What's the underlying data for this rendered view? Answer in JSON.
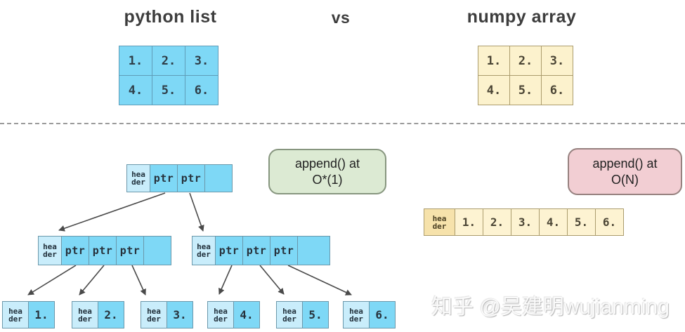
{
  "header": {
    "left_title": "python list",
    "vs_label": "vs",
    "right_title": "numpy array"
  },
  "python_grid": {
    "rows": [
      [
        "1.",
        "2.",
        "3."
      ],
      [
        "4.",
        "5.",
        "6."
      ]
    ]
  },
  "numpy_grid": {
    "rows": [
      [
        "1.",
        "2.",
        "3."
      ],
      [
        "4.",
        "5.",
        "6."
      ]
    ]
  },
  "labels": {
    "header_top": "hea",
    "header_bottom": "der",
    "ptr": "ptr"
  },
  "badges": {
    "python": {
      "line1": "append() at",
      "line2": "O*(1)"
    },
    "numpy": {
      "line1": "append() at",
      "line2": "O(N)"
    }
  },
  "tree": {
    "leaves": [
      "1.",
      "2.",
      "3.",
      "4.",
      "5.",
      "6."
    ]
  },
  "numpy_memory": {
    "cells": [
      "1.",
      "2.",
      "3.",
      "4.",
      "5.",
      "6."
    ]
  },
  "watermark": {
    "text": "知乎 @吴建明wujianming"
  },
  "colors": {
    "cell_blue": "#7ed8f6",
    "cell_blue_light": "#c9edfb",
    "cell_cream": "#fcf2cd",
    "cell_sand_header": "#f6e2ab",
    "badge_green": "#dcead3",
    "badge_pink": "#f2ced3",
    "arrow_gray": "#4a4a4a"
  }
}
